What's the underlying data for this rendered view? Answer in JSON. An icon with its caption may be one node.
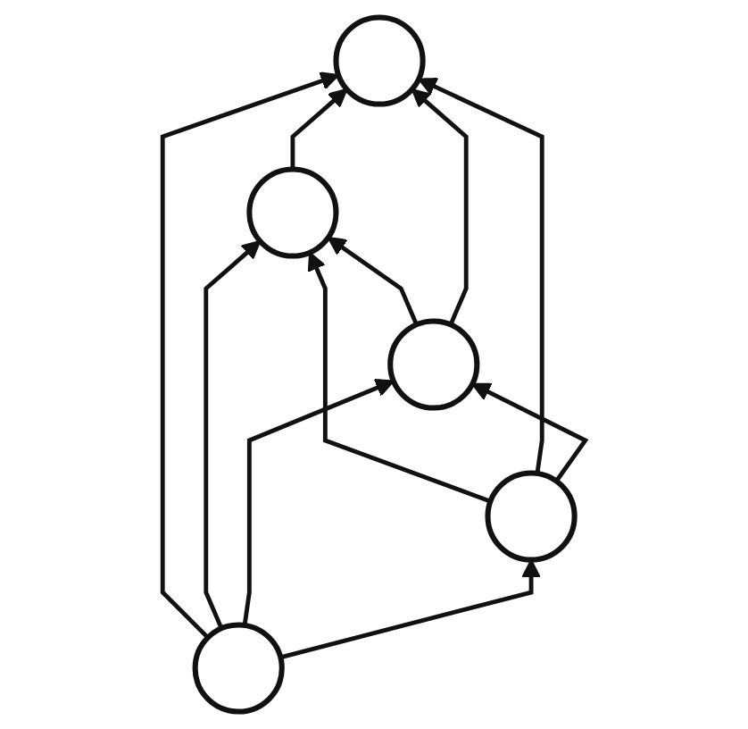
{
  "diagram": {
    "nodes": [
      {
        "text": [],
        "shape": "circle"
      },
      {
        "text": [],
        "shape": "circle"
      },
      {
        "text": [],
        "shape": "circle"
      },
      {
        "text": [],
        "shape": "circle"
      },
      {
        "text": [],
        "shape": "circle"
      }
    ],
    "edges": [
      {
        "from": 0,
        "to": 1,
        "arrow": "to"
      },
      {
        "from": 2,
        "to": 0,
        "arrow": "to"
      },
      {
        "from": 2,
        "to": 1,
        "arrow": "to"
      },
      {
        "from": 3,
        "to": 1,
        "arrow": "to"
      },
      {
        "from": 3,
        "to": 0,
        "arrow": "to"
      },
      {
        "from": 3,
        "to": 2,
        "arrow": "to"
      },
      {
        "from": 3,
        "to": 4,
        "arrow": "to"
      },
      {
        "from": 4,
        "to": 0,
        "arrow": "to"
      },
      {
        "from": 4,
        "to": 1,
        "arrow": "to"
      },
      {
        "from": 4,
        "to": 2,
        "arrow": "to"
      }
    ]
  }
}
